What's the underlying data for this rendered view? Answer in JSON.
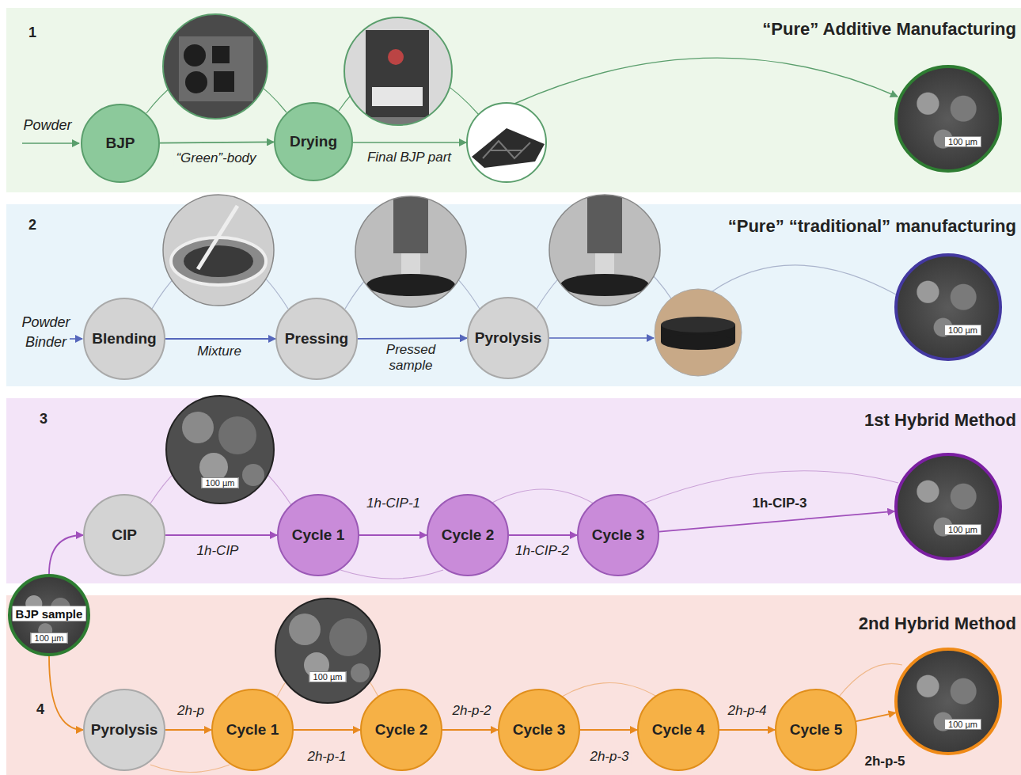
{
  "diagram": {
    "nodes": [
      {
        "text": [
          "1",
          "“Pure” Additive Manufacturing"
        ]
      },
      {
        "text": [
          "BJP"
        ],
        "in": 0
      },
      {
        "text": [
          "Drying"
        ],
        "in": 0
      },
      {
        "text": [
          "100 µm"
        ],
        "in": 0
      },
      {
        "text": [
          "2",
          "“Pure” “traditional” manufacturing"
        ]
      },
      {
        "text": [
          "Blending"
        ],
        "in": 4
      },
      {
        "text": [
          "Pressing"
        ],
        "in": 4
      },
      {
        "text": [
          "Pyrolysis"
        ],
        "in": 4
      },
      {
        "text": [
          "100 µm"
        ],
        "in": 4
      },
      {
        "text": [
          "3",
          "1st Hybrid Method"
        ]
      },
      {
        "text": [
          "CIP"
        ],
        "in": 9
      },
      {
        "text": [
          "Cycle 1"
        ],
        "in": 9
      },
      {
        "text": [
          "Cycle 2"
        ],
        "in": 9
      },
      {
        "text": [
          "Cycle 3"
        ],
        "in": 9
      },
      {
        "text": [
          "100 µm"
        ],
        "in": 9
      },
      {
        "text": [
          "BJP sample",
          "100 µm"
        ]
      },
      {
        "text": [
          "4",
          "2nd Hybrid Method"
        ]
      },
      {
        "text": [
          "Pyrolysis"
        ],
        "in": 16
      },
      {
        "text": [
          "Cycle 1"
        ],
        "in": 16
      },
      {
        "text": [
          "Cycle 2"
        ],
        "in": 16
      },
      {
        "text": [
          "Cycle 3"
        ],
        "in": 16
      },
      {
        "text": [
          "Cycle 4"
        ],
        "in": 16
      },
      {
        "text": [
          "Cycle 5"
        ],
        "in": 16
      },
      {
        "text": [
          "100 µm"
        ],
        "in": 16
      }
    ],
    "edges": [
      {
        "from": 1,
        "to": 2,
        "label": "“Green”-body",
        "arrow": "to"
      },
      {
        "from": 5,
        "to": 6,
        "label": "Mixture",
        "arrow": "to"
      },
      {
        "from": 6,
        "to": 7,
        "label": "Pressed sample",
        "arrow": "to"
      },
      {
        "from": 10,
        "to": 11,
        "label": "1h-CIP",
        "arrow": "to"
      },
      {
        "from": 11,
        "to": 12,
        "label": "1h-CIP-1",
        "arrow": "to"
      },
      {
        "from": 12,
        "to": 13,
        "label": "1h-CIP-2",
        "arrow": "to"
      },
      {
        "from": 13,
        "to": 14,
        "label": "1h-CIP-3",
        "arrow": "to"
      },
      {
        "from": 15,
        "to": 10,
        "arrow": "to"
      },
      {
        "from": 15,
        "to": 17,
        "arrow": "to"
      },
      {
        "from": 17,
        "to": 18,
        "label": "2h-p",
        "arrow": "to"
      },
      {
        "from": 18,
        "to": 19,
        "label": "2h-p-1",
        "arrow": "to"
      },
      {
        "from": 19,
        "to": 20,
        "label": "2h-p-2",
        "arrow": "to"
      },
      {
        "from": 20,
        "to": 21,
        "label": "2h-p-3",
        "arrow": "to"
      },
      {
        "from": 21,
        "to": 22,
        "label": "2h-p-4",
        "arrow": "to"
      },
      {
        "from": 22,
        "to": 23,
        "label": "2h-p-5",
        "arrow": "to"
      }
    ],
    "labels": [
      "Powder",
      "Final BJP part",
      "Powder",
      "Binder",
      "100 µm",
      "100 µm"
    ]
  }
}
